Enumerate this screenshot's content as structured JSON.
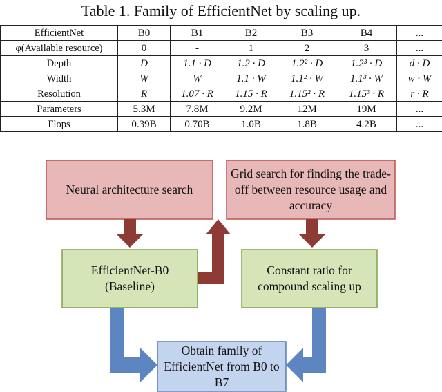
{
  "caption": "Table 1. Family of EfficientNet by scaling up.",
  "table": {
    "header": [
      "EfficientNet",
      "B0",
      "B1",
      "B2",
      "B3",
      "B4",
      "..."
    ],
    "rows": [
      {
        "label": "φ(Available resource)",
        "cells": [
          "0",
          "-",
          "1",
          "2",
          "3",
          "..."
        ]
      },
      {
        "label": "Depth",
        "cells": [
          "D",
          "1.1 · D",
          "1.2 · D",
          "1.2² · D",
          "1.2³ · D",
          "d · D"
        ]
      },
      {
        "label": "Width",
        "cells": [
          "W",
          "W",
          "1.1 · W",
          "1.1² · W",
          "1.1³ · W",
          "w · W"
        ]
      },
      {
        "label": "Resolution",
        "cells": [
          "R",
          "1.07 · R",
          "1.15 · R",
          "1.15² · R",
          "1.15³ · R",
          "r · R"
        ]
      },
      {
        "label": "Parameters",
        "cells": [
          "5.3M",
          "7.8M",
          "9.2M",
          "12M",
          "19M",
          "..."
        ]
      },
      {
        "label": "Flops",
        "cells": [
          "0.39B",
          "0.70B",
          "1.0B",
          "1.8B",
          "4.2B",
          "..."
        ]
      }
    ]
  },
  "diagram": {
    "nas": "Neural architecture search",
    "grid": "Grid search for finding the trade-off between resource usage and accuracy",
    "b0": "EfficientNet-B0 (Baseline)",
    "ratio": "Constant ratio for compound scaling up",
    "family": "Obtain family of EfficientNet from B0 to B7",
    "colors": {
      "red_fill": "#e8b8b8",
      "red_border": "#b85450",
      "red_arrow": "#8e3a35",
      "green_fill": "#d5e5b8",
      "green_border": "#82a04a",
      "blue_fill": "#c3d4ee",
      "blue_border": "#5b79b8",
      "blue_arrow": "#5d85c2"
    }
  }
}
